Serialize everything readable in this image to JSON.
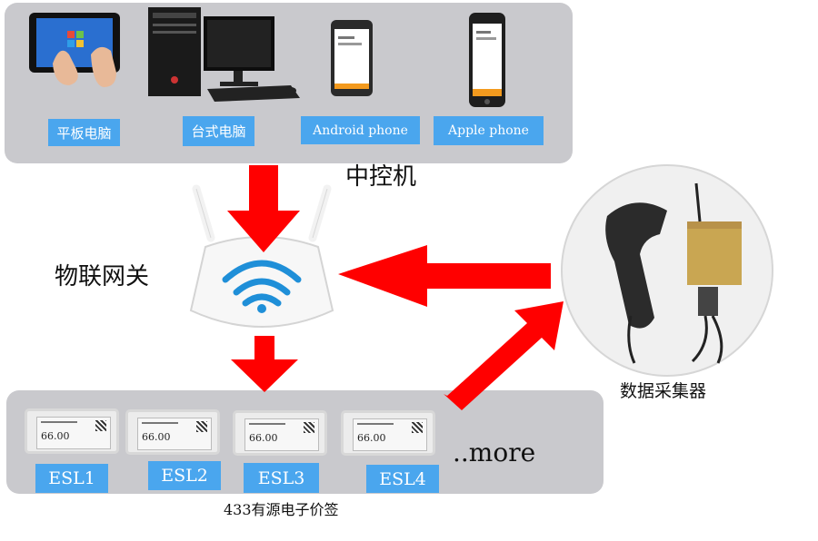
{
  "devices": {
    "items": [
      {
        "label": "平板电脑"
      },
      {
        "label": "台式电脑"
      },
      {
        "label": "Android phone"
      },
      {
        "label": "Apple phone"
      }
    ]
  },
  "controller": {
    "label": "中控机"
  },
  "gateway": {
    "label": "物联网关"
  },
  "collector": {
    "label": "数据采集器"
  },
  "esl": {
    "items": [
      {
        "label": "ESL1",
        "price": "66.00"
      },
      {
        "label": "ESL2",
        "price": "66.00"
      },
      {
        "label": "ESL3",
        "price": "66.00"
      },
      {
        "label": "ESL4",
        "price": "66.00"
      }
    ],
    "more": "..more",
    "caption": "433有源电子价签"
  },
  "colors": {
    "arrow": "#ff0000",
    "label_bg": "#4aa6ee",
    "panel": "#c9c9cd"
  }
}
